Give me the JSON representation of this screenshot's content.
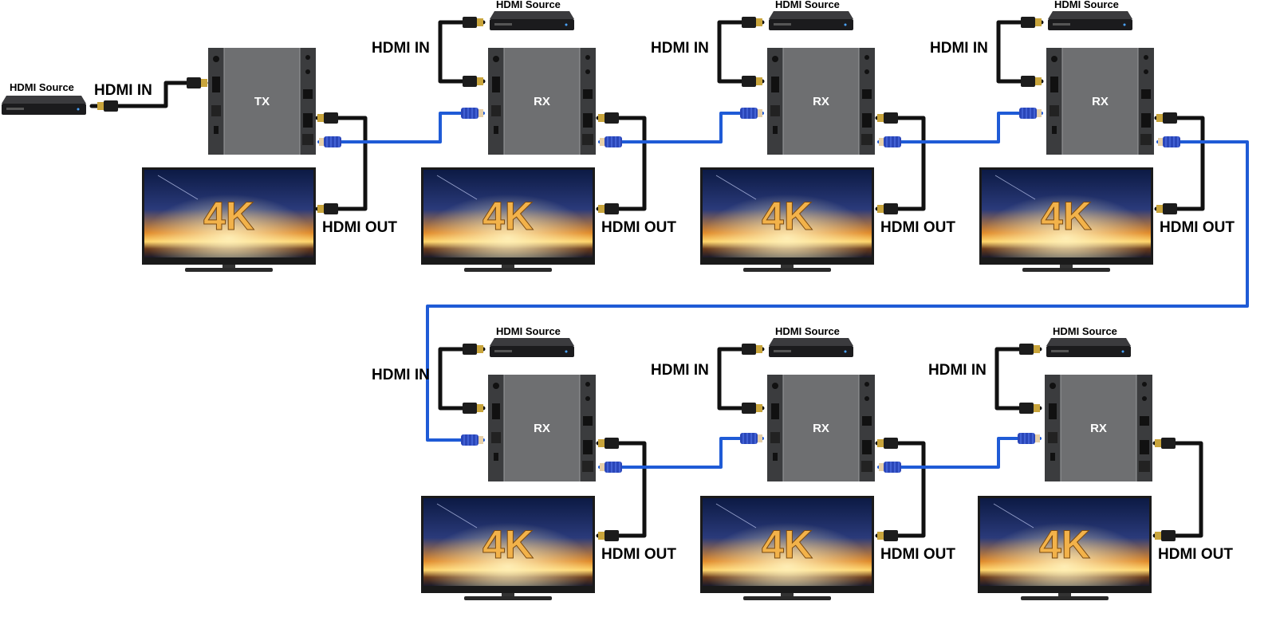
{
  "labels": {
    "hdmi_source": "HDMI Source",
    "hdmi_in": "HDMI IN",
    "hdmi_out": "HDMI OUT",
    "tv_badge": "4K"
  },
  "tx": {
    "label": "TX"
  },
  "rx_units": [
    {
      "label": "RX"
    },
    {
      "label": "RX"
    },
    {
      "label": "RX"
    },
    {
      "label": "RX"
    },
    {
      "label": "RX"
    },
    {
      "label": "RX"
    }
  ],
  "colors": {
    "network_cable": "#1f5bd6",
    "hdmi_cable": "#111111",
    "device_body": "#6e6f71",
    "device_side": "#3b3c3e",
    "tv_bezel": "#1a1a1a",
    "connector_gold": "#c9a53c",
    "tv_badge": "#f2b24a"
  }
}
